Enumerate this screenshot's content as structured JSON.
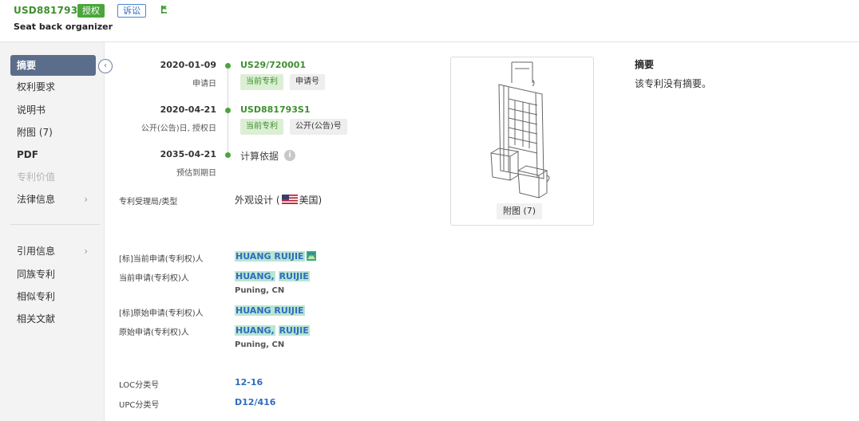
{
  "header": {
    "patent_number": "USD881793S1",
    "status_badge": "授权",
    "litigation_badge": "诉讼",
    "title": "Seat back organizer"
  },
  "sidebar": {
    "items": [
      {
        "label": "摘要"
      },
      {
        "label": "权利要求"
      },
      {
        "label": "说明书"
      },
      {
        "label": "附图 (7)"
      },
      {
        "label": "PDF"
      },
      {
        "label": "专利价值"
      },
      {
        "label": "法律信息"
      },
      {
        "label": "引用信息"
      },
      {
        "label": "同族专利"
      },
      {
        "label": "相似专利"
      },
      {
        "label": "相关文献"
      }
    ],
    "chevron": "›"
  },
  "timeline": [
    {
      "date": "2020-01-09",
      "label": "申请日",
      "number": "US29/720001",
      "tag1": "当前专利",
      "tag2": "申请号"
    },
    {
      "date": "2020-04-21",
      "label": "公开(公告)日, 授权日",
      "number": "USD881793S1",
      "tag1": "当前专利",
      "tag2": "公开(公告)号"
    },
    {
      "date": "2035-04-21",
      "label": "预估到期日",
      "calc": "计算依据",
      "info": "i"
    }
  ],
  "office": {
    "label": "专利受理局/类型",
    "value_prefix": "外观设计 (",
    "value_country": "美国)"
  },
  "applicants": {
    "std_current_label": "[标]当前申请(专利权)人",
    "std_current_value": "HUANG RUIJIE",
    "current_label": "当前申请(专利权)人",
    "current_last": "HUANG,",
    "current_first": "RUIJIE",
    "current_addr": "Puning, CN",
    "std_original_label": "[标]原始申请(专利权)人",
    "std_original_value": "HUANG RUIJIE",
    "original_label": "原始申请(专利权)人",
    "original_last": "HUANG,",
    "original_first": "RUIJIE",
    "original_addr": "Puning, CN"
  },
  "classification": {
    "loc_label": "LOC分类号",
    "loc_value": "12-16",
    "upc_label": "UPC分类号",
    "upc_value": "D12/416"
  },
  "figure": {
    "caption": "附图 (7)"
  },
  "abstract": {
    "title": "摘要",
    "body": "该专利没有摘要。"
  },
  "colors": {
    "accent_green": "#4aa63a",
    "nav_active": "#5a6e8c",
    "link_blue": "#2f6cc0",
    "highlight": "#b9e5d2"
  },
  "icons": {
    "flag": "flag-icon",
    "collapse": "chevron-left-icon",
    "info": "info-icon",
    "country": "us-flag-icon",
    "applicant": "company-icon"
  }
}
